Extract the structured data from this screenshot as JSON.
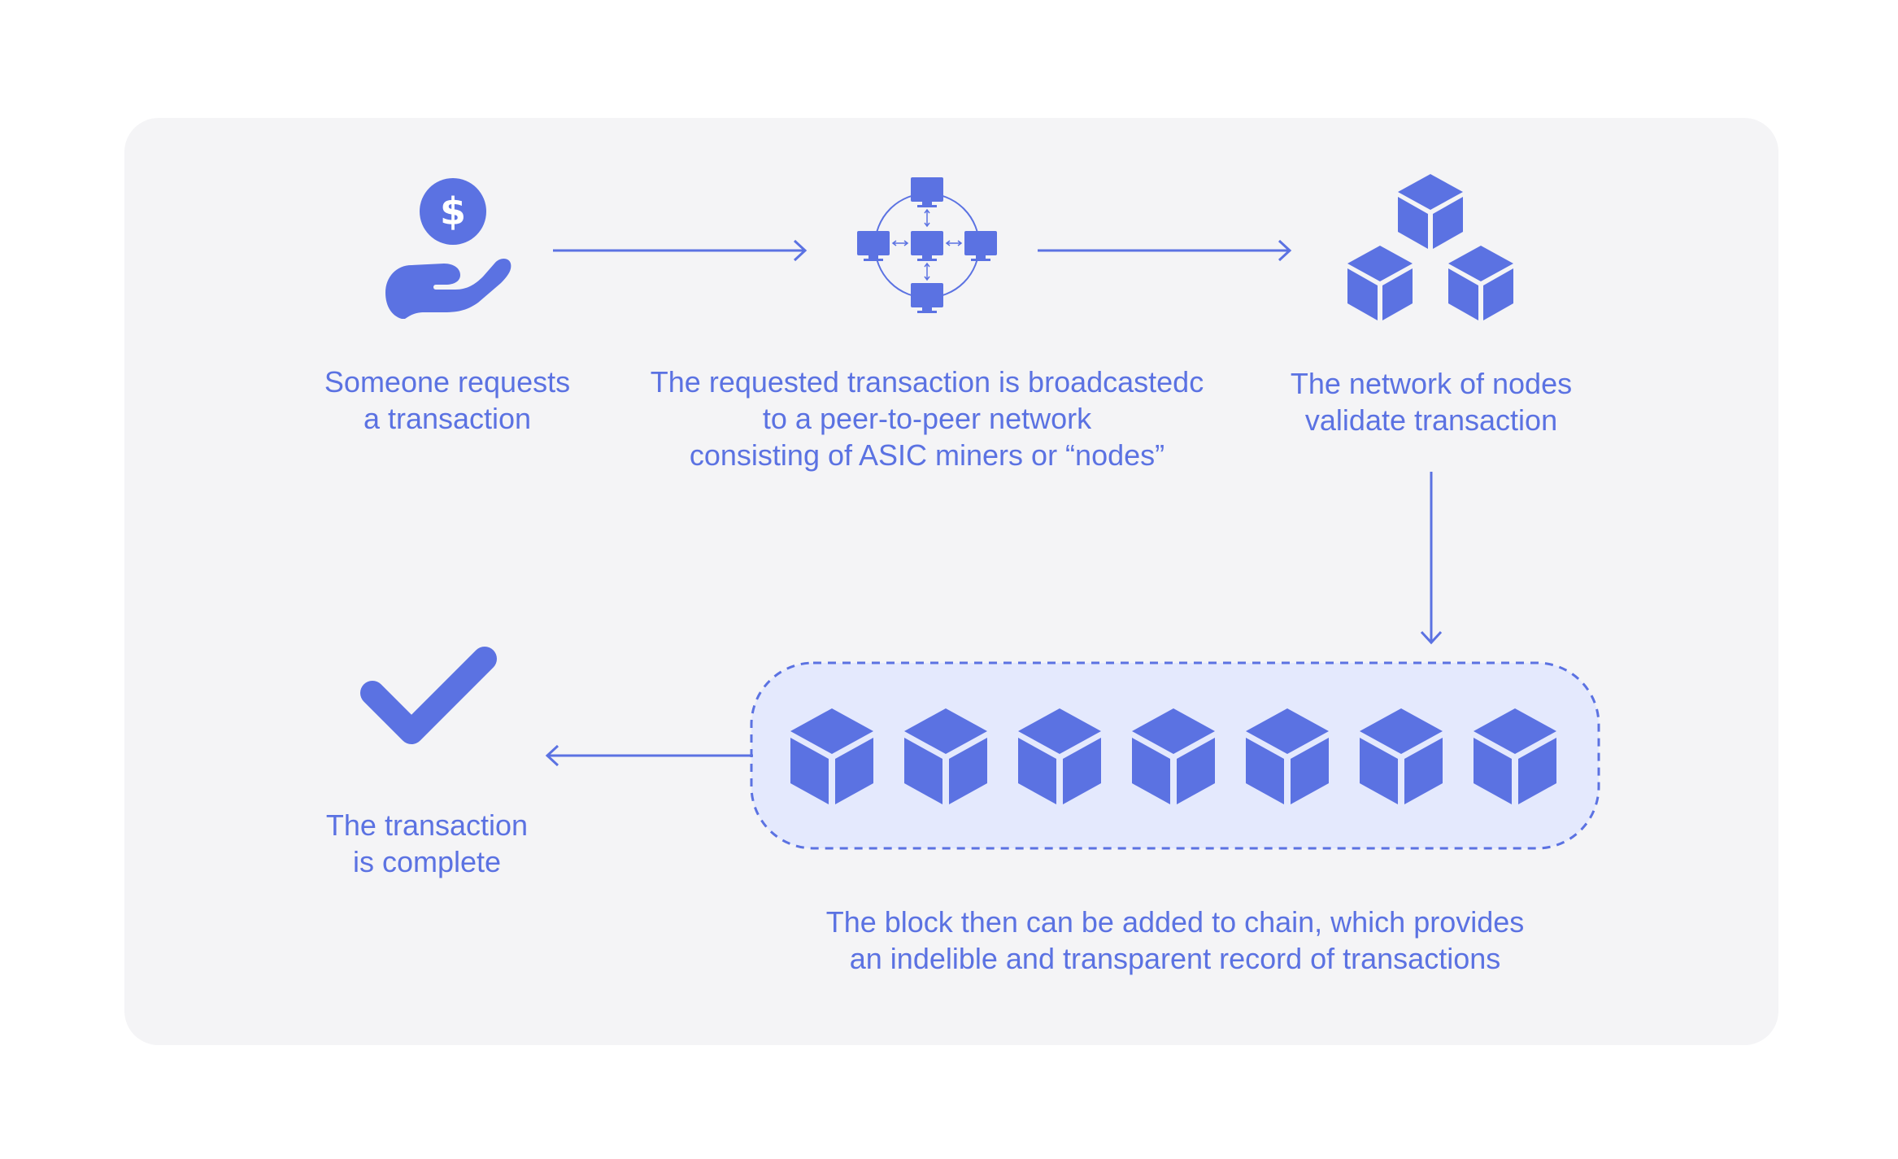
{
  "steps": {
    "request": {
      "icon": "hand-holding-dollar-icon",
      "text": "Someone requests\na transaction"
    },
    "broadcast": {
      "icon": "peer-to-peer-network-icon",
      "text": "The requested transaction is broadcastedc\nto a peer-to-peer network\nconsisting of ASIC miners or “nodes”"
    },
    "validate": {
      "icon": "cubes-cluster-icon",
      "text": "The network of nodes\nvalidate transaction"
    },
    "block": {
      "icon": "block-chain-icon",
      "block_count": 7,
      "text": "The block then can be added to chain, which provides\nan indelible and transparent record of transactions"
    },
    "complete": {
      "icon": "checkmark-icon",
      "text": "The transaction\nis complete"
    }
  },
  "colors": {
    "accent": "#5b72e2",
    "panel_background": "#f4f4f6",
    "chain_background": "#e4e9fd"
  }
}
